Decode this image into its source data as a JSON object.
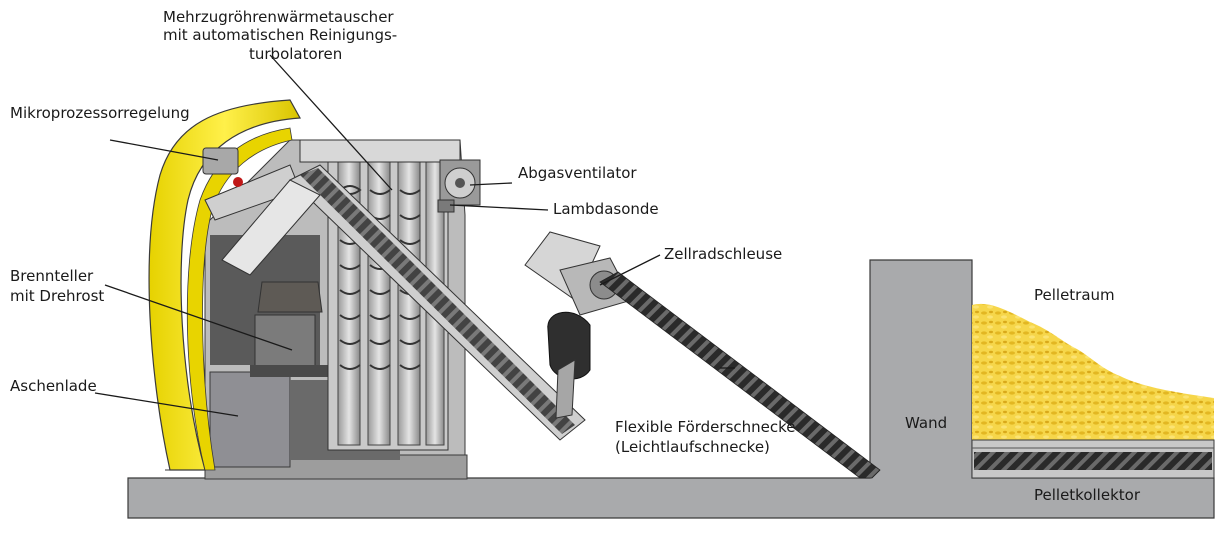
{
  "labels": {
    "heat_exchanger": [
      "Mehrzugröhrenwärmetauscher",
      "mit automatischen Reinigungs-",
      "turbolatoren"
    ],
    "controller": "Mikroprozessorregelung",
    "exhaust_fan": "Abgasventilator",
    "lambda_probe": "Lambdasonde",
    "rotary_valve": "Zellradschleuse",
    "burner_plate": [
      "Brennteller",
      "mit Drehrost"
    ],
    "ash_drawer": "Aschenlade",
    "flexible_auger": [
      "Flexible Förderschnecke",
      "(Leichtlaufschnecke)"
    ],
    "wall": "Wand",
    "pellet_room": "Pelletraum",
    "pellet_collector": "Pelletkollektor"
  },
  "colors": {
    "floor": "#a9aaac",
    "casing_yellow": "#f2e200",
    "steel_dark": "#4a4a4a",
    "steel_mid": "#8c8c8c",
    "steel_light": "#d2d2d2",
    "pellets": "#f3cf3a",
    "leader_line": "#1a1a1a"
  }
}
